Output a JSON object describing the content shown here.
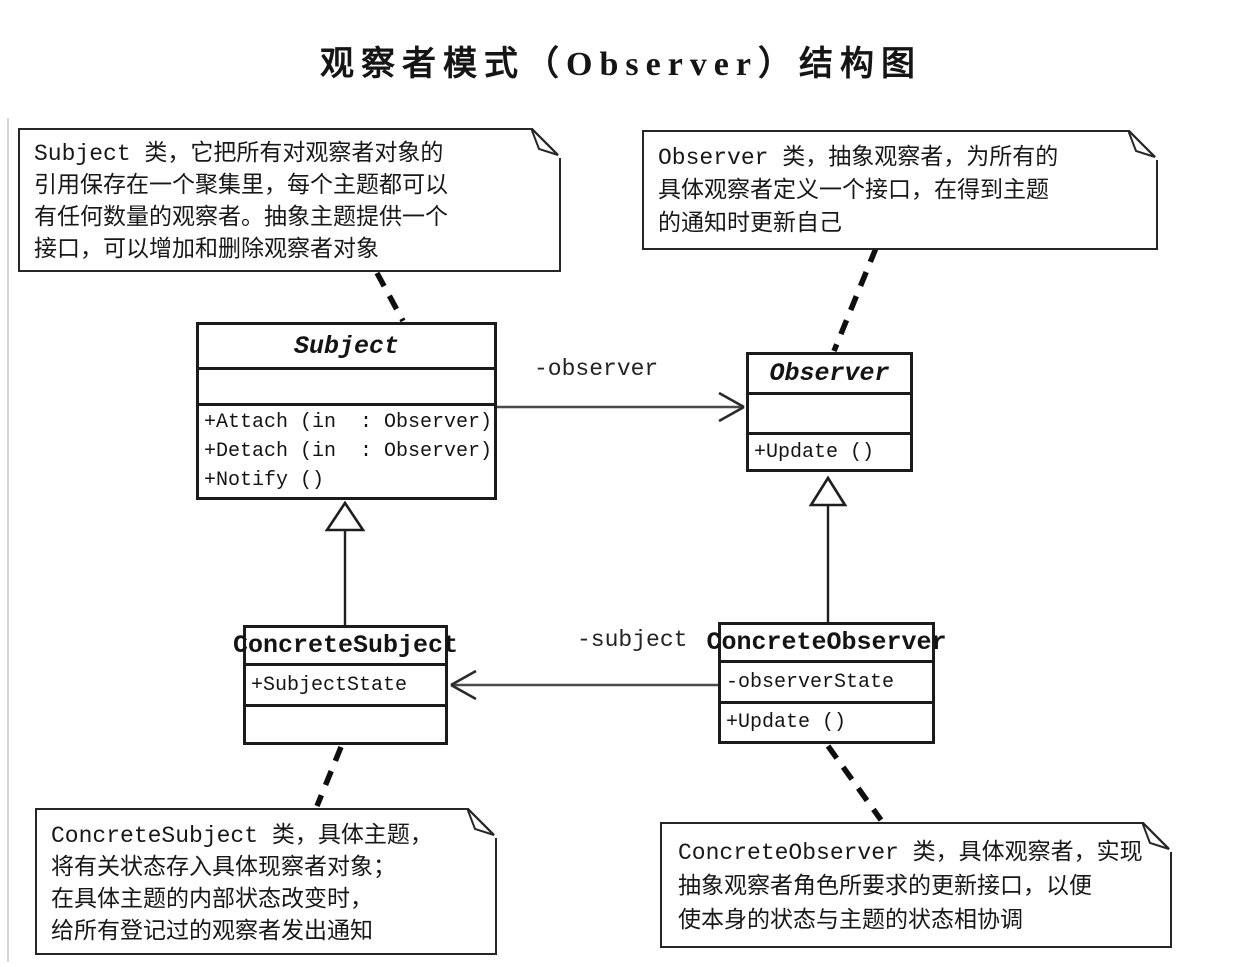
{
  "title": "观察者模式（Observer）结构图",
  "notes": {
    "subject": {
      "lines": [
        "Subject 类，它把所有对观察者对象的",
        "引用保存在一个聚集里，每个主题都可以",
        "有任何数量的观察者。抽象主题提供一个",
        "接口，可以增加和删除观察者对象"
      ]
    },
    "observer": {
      "lines": [
        "Observer 类，抽象观察者，为所有的",
        "具体观察者定义一个接口，在得到主题",
        "的通知时更新自己"
      ]
    },
    "concrete_subject": {
      "lines": [
        "ConcreteSubject 类，具体主题，",
        "将有关状态存入具体现察者对象；",
        "在具体主题的内部状态改变时，",
        "给所有登记过的观察者发出通知"
      ]
    },
    "concrete_observer": {
      "lines": [
        "ConcreteObserver 类，具体观察者，实现",
        "抽象观察者角色所要求的更新接口，以便",
        "使本身的状态与主题的状态相协调"
      ]
    }
  },
  "classes": {
    "subject": {
      "name": "Subject",
      "attributes": [],
      "methods": [
        "+Attach (in  : Observer)",
        "+Detach (in  : Observer)",
        "+Notify ()"
      ]
    },
    "observer": {
      "name": "Observer",
      "attributes": [],
      "methods": [
        "+Update ()"
      ]
    },
    "concrete_subject": {
      "name": "ConcreteSubject",
      "attributes": [
        "+SubjectState"
      ],
      "methods": []
    },
    "concrete_observer": {
      "name": "ConcreteObserver",
      "attributes": [
        "-observerState"
      ],
      "methods": [
        "+Update ()"
      ]
    }
  },
  "relations": {
    "observer_label": "-observer",
    "subject_label": "-subject"
  },
  "colors": {
    "line": "#2a2a2a",
    "association": "#4a4a4a",
    "background": "#ffffff",
    "text": "#1c1c1c"
  }
}
